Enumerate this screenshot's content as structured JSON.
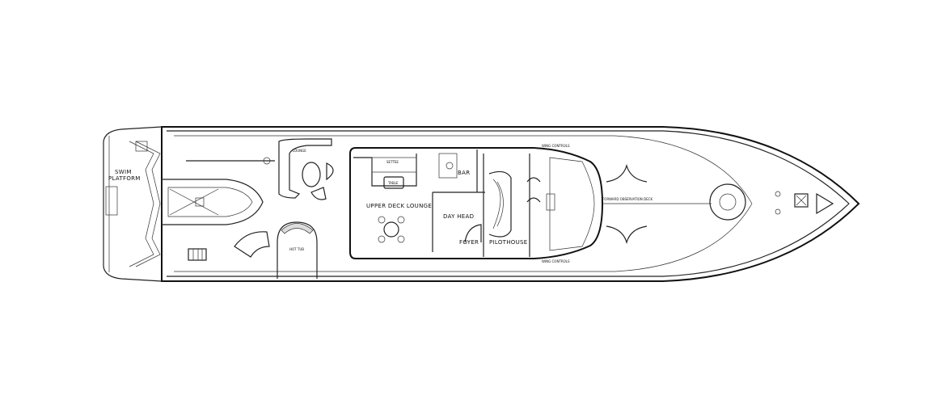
{
  "labels": {
    "swim_platform_1": "SWIM",
    "swim_platform_2": "PLATFORM",
    "lounge": "LOUNGE",
    "hot_tub": "HOT TUB",
    "upper_deck_lounge": "UPPER DECK LOUNGE",
    "settee": "SETTEE",
    "table": "TABLE",
    "bar": "BAR",
    "day_head": "DAY HEAD",
    "foyer": "FOYER",
    "pilothouse": "PILOTHOUSE",
    "forward_observation_deck": "FORWARD OBSERVATION DECK",
    "wing_controls_top": "WING CONTROLS",
    "wing_controls_bottom": "WING CONTROLS"
  }
}
